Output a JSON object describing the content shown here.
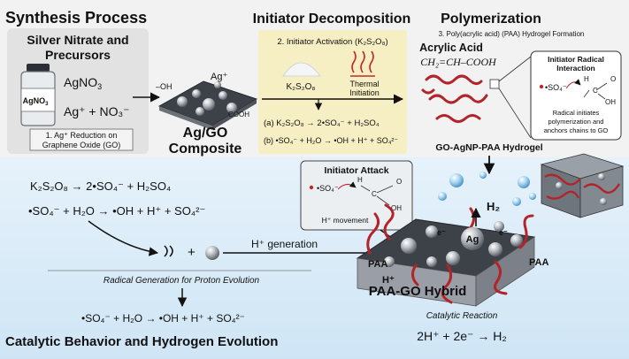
{
  "colors": {
    "top_bg": "#f2f2f2",
    "bottom_bg": "#dcedf8",
    "initiator_panel": "#f7efc4",
    "precursor_panel": "#e2e2e2",
    "chain_red": "#b3242a",
    "radical_red": "#c0282d",
    "sheet_dark": "#3d4148",
    "slab_side": "#9a9ea6",
    "bubble_blue": "#8fc6e8"
  },
  "sections": {
    "synthesis": "Synthesis Process",
    "initiator": "Initiator Decomposition",
    "polymerization": "Polymerization",
    "catalytic": "Catalytic Behavior and Hydrogen Evolution"
  },
  "precursors": {
    "title_line1": "Silver Nitrate and",
    "title_line2": "Precursors",
    "bottle_label": "AgNO",
    "bottle_sub": "3",
    "formula": "AgNO",
    "formula_sub": "3",
    "ions": "Ag⁺ + NO₃⁻",
    "step_line1": "1. Ag⁺ Reduction on",
    "step_line2": "Graphene Oxide (GO)"
  },
  "composite": {
    "oh_label": "–OH",
    "ag_label": "Ag⁺",
    "cooh_label": "COOH",
    "name_line1": "Ag/GO",
    "name_line2": "Composite"
  },
  "initiator": {
    "step": "2. Initiator Activation (K₂S₂O₈)",
    "powder_label": "K₂S₂O₈",
    "thermal_line1": "Thermal",
    "thermal_line2": "Initiation",
    "eq_a": "(a) K₂S₂O₈ → 2•SO₄⁻ + H₂SO₄",
    "eq_b": "(b) •SO₄⁻ + H₂O → •OH + H⁺ + SO₄²⁻"
  },
  "polymerization": {
    "step": "3. Poly(acrylic acid) (PAA) Hydrogel Formation",
    "monomer": "Acrylic Acid",
    "monomer_formula": "CH₂=CH–COOH",
    "radical_title_line1": "Initiator Radical",
    "radical_title_line2": "Interaction",
    "radical_species": "•SO₄⁻",
    "atom_h": "H",
    "atom_c": "C",
    "atom_o": "O",
    "atom_oh": "OH",
    "radical_note_line1": "Radical initiates",
    "radical_note_line2": "polymerization and",
    "radical_note_line3": "anchors chains to GO",
    "hydrogel_label": "GO-AgNP-PAA Hydrogel"
  },
  "attack": {
    "title": "Initiator Attack",
    "species": "•SO₄⁻",
    "atom_h": "H",
    "atom_c": "C",
    "atom_o": "O",
    "atom_oh": "OH",
    "movement": "H⁺ movement"
  },
  "catalytic": {
    "eq1": "K₂S₂O₈ → 2•SO₄⁻ + H₂SO₄",
    "eq2": "•SO₄⁻ + H₂O → •OH + H⁺ + SO₄²⁻",
    "plus": "+",
    "h_generation": "H⁺ generation",
    "radical_generation": "Radical Generation for Proton Evolution",
    "eq3": "•SO₄⁻ + H₂O → •OH + H⁺ + SO₄²⁻"
  },
  "hybrid": {
    "h2_label": "H₂",
    "electron1": "e⁻",
    "electron2": "e⁻",
    "ag_label": "Ag",
    "paa_left": "PAA",
    "paa_right": "PAA",
    "h_plus": "H⁺",
    "name": "PAA-GO Hybrid",
    "reaction_title": "Catalytic Reaction",
    "reaction": "2H⁺ + 2e⁻ → H₂"
  }
}
